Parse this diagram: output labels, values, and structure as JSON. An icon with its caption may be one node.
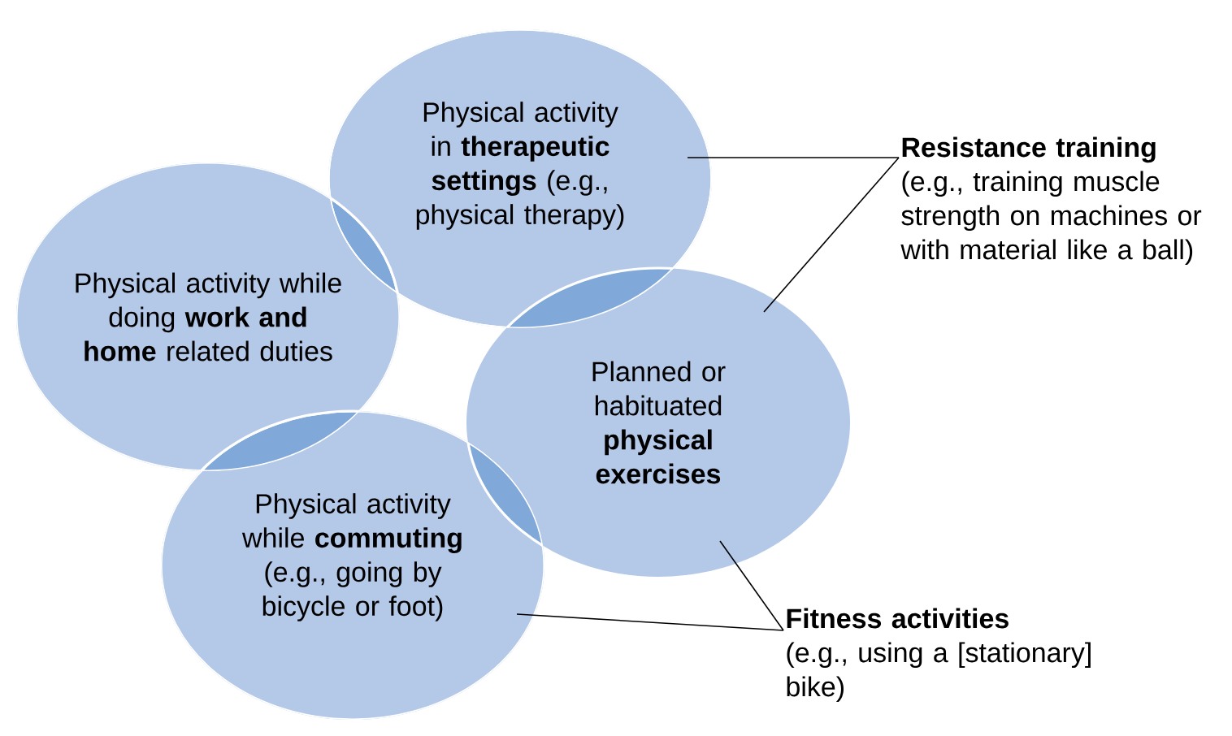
{
  "diagram": {
    "nodes": [
      {
        "text": [
          "Physical activity in **therapeutic settings** (e.g., physical therapy)"
        ]
      },
      {
        "text": [
          "Physical activity while doing **work and home** related duties"
        ]
      },
      {
        "text": [
          "Physical activity while **commuting** (e.g., going by bicycle or foot)"
        ]
      },
      {
        "text": [
          "Planned or habituated **physical exercises**"
        ]
      },
      {
        "text": [
          "Resistance training",
          "(e.g., training muscle strength on machines or with material like a ball)"
        ]
      },
      {
        "text": [
          "Fitness activities",
          "(e.g., using a [stationary] bike)"
        ]
      }
    ],
    "edges": [
      {
        "from": 4,
        "to": 0,
        "arrow": "none"
      },
      {
        "from": 4,
        "to": 3,
        "arrow": "none"
      },
      {
        "from": 5,
        "to": 3,
        "arrow": "none"
      },
      {
        "from": 5,
        "to": 2,
        "arrow": "none"
      }
    ]
  }
}
